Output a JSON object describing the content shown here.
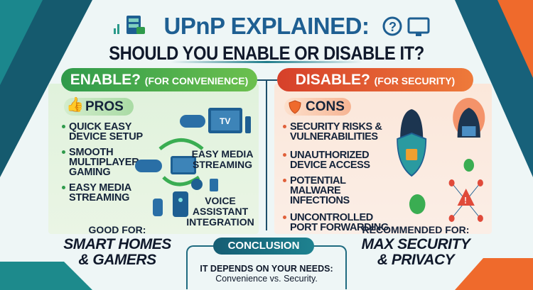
{
  "header": {
    "title": "UPnP EXPLAINED:",
    "subtitle": "SHOULD YOU ENABLE OR DISABLE IT?"
  },
  "enable": {
    "heading": "ENABLE?",
    "note": "(FOR CONVENIENCE)",
    "pros_label": "PROS",
    "pros": [
      "QUICK EASY DEVICE SETUP",
      "SMOOTH MULTIPLAYER GAMING",
      "EASY MEDIA STREAMING"
    ],
    "graphic_labels": {
      "tv": "TV",
      "media": "EASY MEDIA STREAMING",
      "voice": "VOICE ASSISTANT INTEGRATION"
    },
    "good_for_label": "GOOD FOR:",
    "good_for_line1": "SMART HOMES",
    "good_for_line2": "& GAMERS"
  },
  "disable": {
    "heading": "DISABLE?",
    "note": "(FOR SECURITY)",
    "cons_label": "CONS",
    "cons": [
      "SECURITY RISKS & VULNERABILITIES",
      "UNAUTHORIZED DEVICE ACCESS",
      "POTENTIAL MALWARE INFECTIONS",
      "UNCONTROLLED PORT FORWARDING"
    ],
    "recommended_label": "RECOMMENDED FOR:",
    "recommended_line1": "MAX SECURITY",
    "recommended_line2": "& PRIVACY"
  },
  "conclusion": {
    "label": "CONCLUSION",
    "line1": "IT DEPENDS ON YOUR NEEDS:",
    "line2": "Convenience vs. Security."
  },
  "colors": {
    "title": "#1e5f92",
    "enable": "#2f9a4b",
    "disable": "#d6402a",
    "conclusion": "#155d73"
  }
}
